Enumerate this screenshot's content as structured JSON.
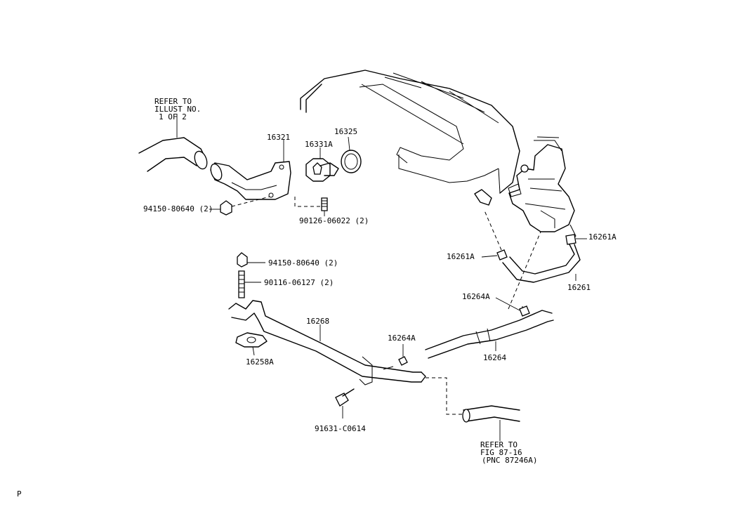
{
  "callouts": {
    "refer_illust": [
      "REFER TO",
      "ILLUST NO.",
      "1 OF 2"
    ],
    "p16321": "16321",
    "p16325": "16325",
    "p16331a": "16331A",
    "p94150_upper": "94150-80640 (2)",
    "p90126": "90126-06022 (2)",
    "p94150_lower": "94150-80640 (2)",
    "p90116": "90116-06127 (2)",
    "p16268": "16268",
    "p16258a": "16258A",
    "p16264a_lower": "16264A",
    "p16264a_upper": "16264A",
    "p16264": "16264",
    "p16261a_left": "16261A",
    "p16261a_right": "16261A",
    "p16261": "16261",
    "p91631": "91631-C0614",
    "refer_fig": [
      "REFER TO",
      "FIG 87-16",
      "(PNC 87246A)"
    ]
  },
  "corner_mark": "P"
}
